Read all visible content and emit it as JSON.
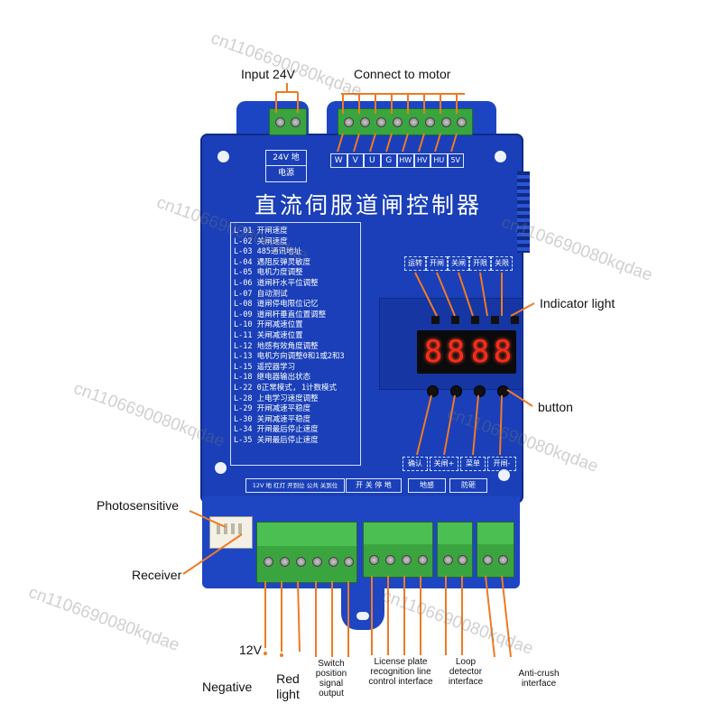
{
  "annotations": {
    "input_24v": "Input 24V",
    "connect_motor": "Connect to motor",
    "indicator_light": "Indicator light",
    "button": "button",
    "photosensitive": "Photosensitive",
    "receiver": "Receiver",
    "v12": "12V",
    "negative": "Negative",
    "red_light": "Red light",
    "switch_position": "Switch position signal output",
    "license_plate": "License plate recognition line control interface",
    "loop_detector": "Loop detector interface",
    "anti_crush": "Anti-crush interface"
  },
  "panel": {
    "title": "直流伺服道闸控制器",
    "power_top": "24V 地",
    "power_bottom": "电源",
    "motor_terminals": [
      "W",
      "V",
      "U",
      "G",
      "HW",
      "HV",
      "HU",
      "5V"
    ],
    "indicator_tags": [
      "运转",
      "开闸",
      "关闸",
      "开限",
      "关限"
    ],
    "display": [
      "8",
      "8",
      "8",
      "8"
    ],
    "button_tags": [
      "确认",
      "关闸+",
      "菜单",
      "开闸-"
    ],
    "codes": [
      "L-01 开闸速度",
      "L-02 关闸速度",
      "L-03 485通讯地址",
      "L-04 遇阻反弹灵敏度",
      "L-05 电机力度调整",
      "L-06 道闸杆水平位调整",
      "L-07 自动测试",
      "L-08 道闸停电限位记忆",
      "L-09 道闸杆垂直位置调整",
      "L-10 开闸减速位置",
      "L-11 关闸减速位置",
      "L-12 地感有效角度调整",
      "L-13 电机方向调整0和1或2和3",
      "L-15 遥控器学习",
      "L-18 继电器输出状态",
      "L-22 0正常模式, 1计数模式",
      "L-28 上电学习速度调整",
      "L-29 开闸减速平稳度",
      "L-30 关闸减速平稳度",
      "L-34 开闸最后停止速度",
      "L-35 关闸最后停止速度"
    ],
    "bottom_group1": "12V 地 红灯 开到位 公共 关到位",
    "bottom_group2": "开 关 停 地",
    "bottom_group3": "地感",
    "bottom_group4": "防砸"
  },
  "watermarks": [
    "cn1106690080kqdae",
    "cn1106690080kqdae",
    "cn1106690080kqdae",
    "cn1106690080kqdae",
    "cn1106690080kqdae",
    "cn1106690080kqdae"
  ],
  "colors": {
    "case_blue": "#1a3fb8",
    "terminal_green": "#3aa53f",
    "callout_orange": "#f07a22",
    "segment_red": "#ff2a1a"
  }
}
